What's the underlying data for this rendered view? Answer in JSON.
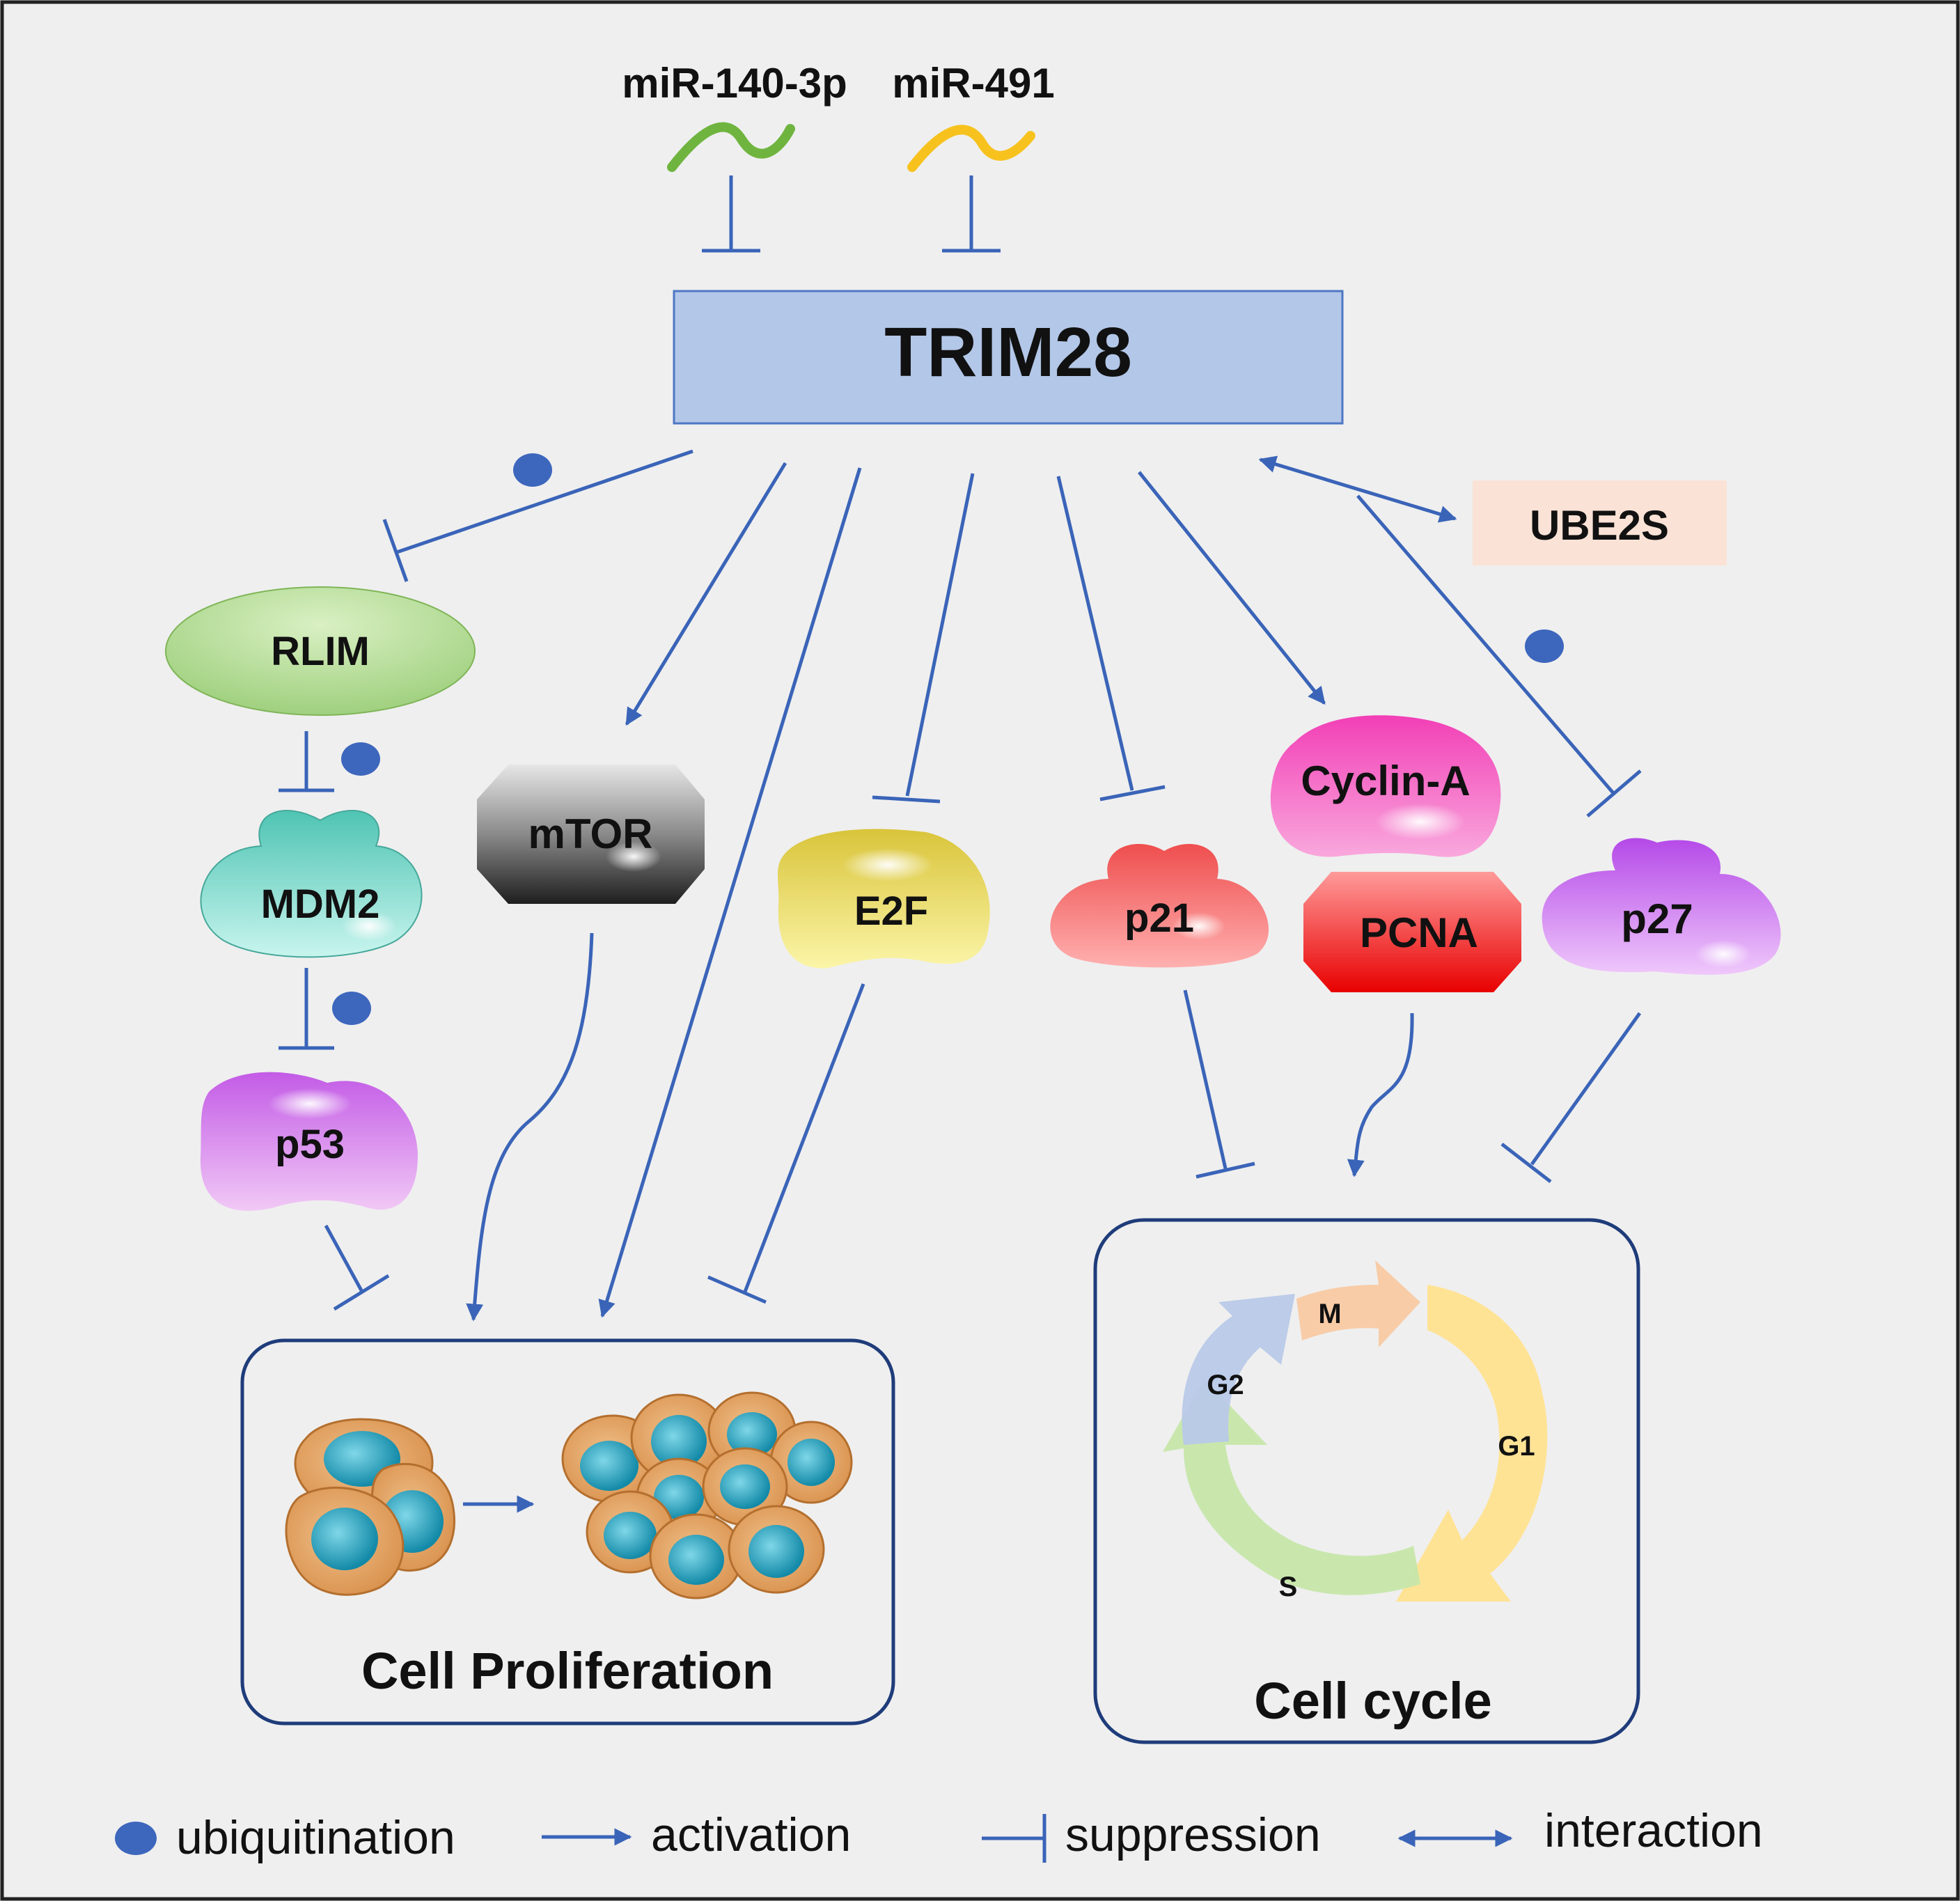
{
  "mirnas": {
    "mir140": "miR-140-3p",
    "mir491": "miR-491"
  },
  "nodes": {
    "trim28": "TRIM28",
    "ube2s": "UBE2S",
    "rlim": "RLIM",
    "mdm2": "MDM2",
    "p53": "p53",
    "mtor": "mTOR",
    "e2f": "E2F",
    "p21": "p21",
    "cyclin_a": "Cyclin-A",
    "pcna": "PCNA",
    "p27": "p27"
  },
  "panels": {
    "cell_proliferation": "Cell Proliferation",
    "cell_cycle": "Cell cycle"
  },
  "cycle_phases": {
    "m": "M",
    "g1": "G1",
    "s": "S",
    "g2": "G2"
  },
  "legend": {
    "ubiquitination": "ubiquitination",
    "activation": "activation",
    "suppression": "suppression",
    "interaction": "interaction"
  },
  "colors": {
    "background": "#efefef",
    "arrow": "#3a64b8",
    "ubiquitin_dot": "#3d66bd",
    "trim28_box": "#b3c7e8",
    "ube2s_box": "#fae3d6"
  }
}
